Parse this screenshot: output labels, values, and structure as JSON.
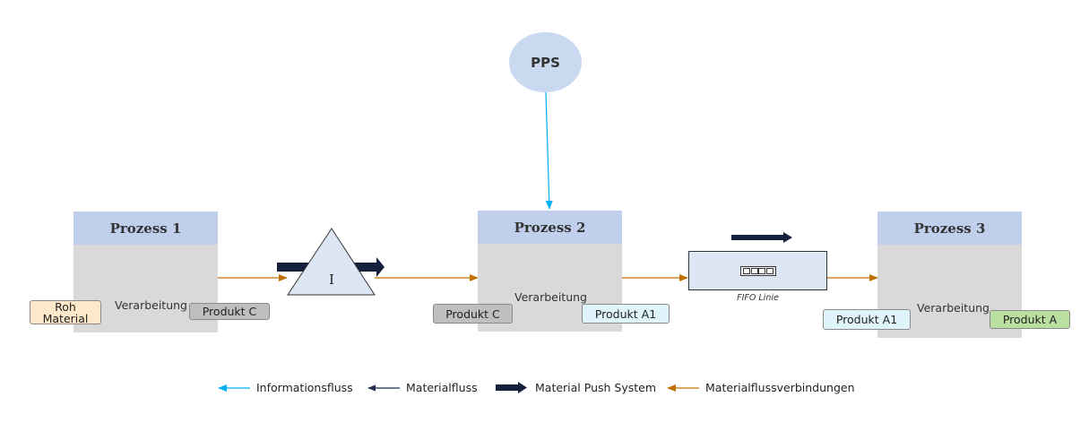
{
  "pps": {
    "label": "PPS"
  },
  "process1": {
    "title": "Prozess 1",
    "step": "Verarbeitung",
    "input": "Roh Material",
    "output": "Produkt C"
  },
  "inventory": {
    "label": "I"
  },
  "process2": {
    "title": "Prozess 2",
    "step": "Verarbeitung",
    "input": "Produkt C",
    "output": "Produkt A1"
  },
  "fifo": {
    "caption": "FIFO Linie"
  },
  "process3": {
    "title": "Prozess 3",
    "step": "Verarbeitung",
    "input": "Produkt A1",
    "output": "Produkt A"
  },
  "legend": {
    "info": "Informationsfluss",
    "material": "Materialfluss",
    "push": "Material Push System",
    "connections": "Materialflussverbindungen"
  },
  "colors": {
    "info_flow": "#00b0f0",
    "material_flow": "#1f2d4d",
    "push": "#14213d",
    "connection": "#c07000",
    "process_header": "#c0cfeb",
    "process_body": "#d9d9d9",
    "pps_circle": "#c9d9f0",
    "raw_material": "#fde9c9",
    "product_c": "#bfbfbf",
    "product_a1": "#dff5fb",
    "product_a": "#b9e0a0"
  }
}
